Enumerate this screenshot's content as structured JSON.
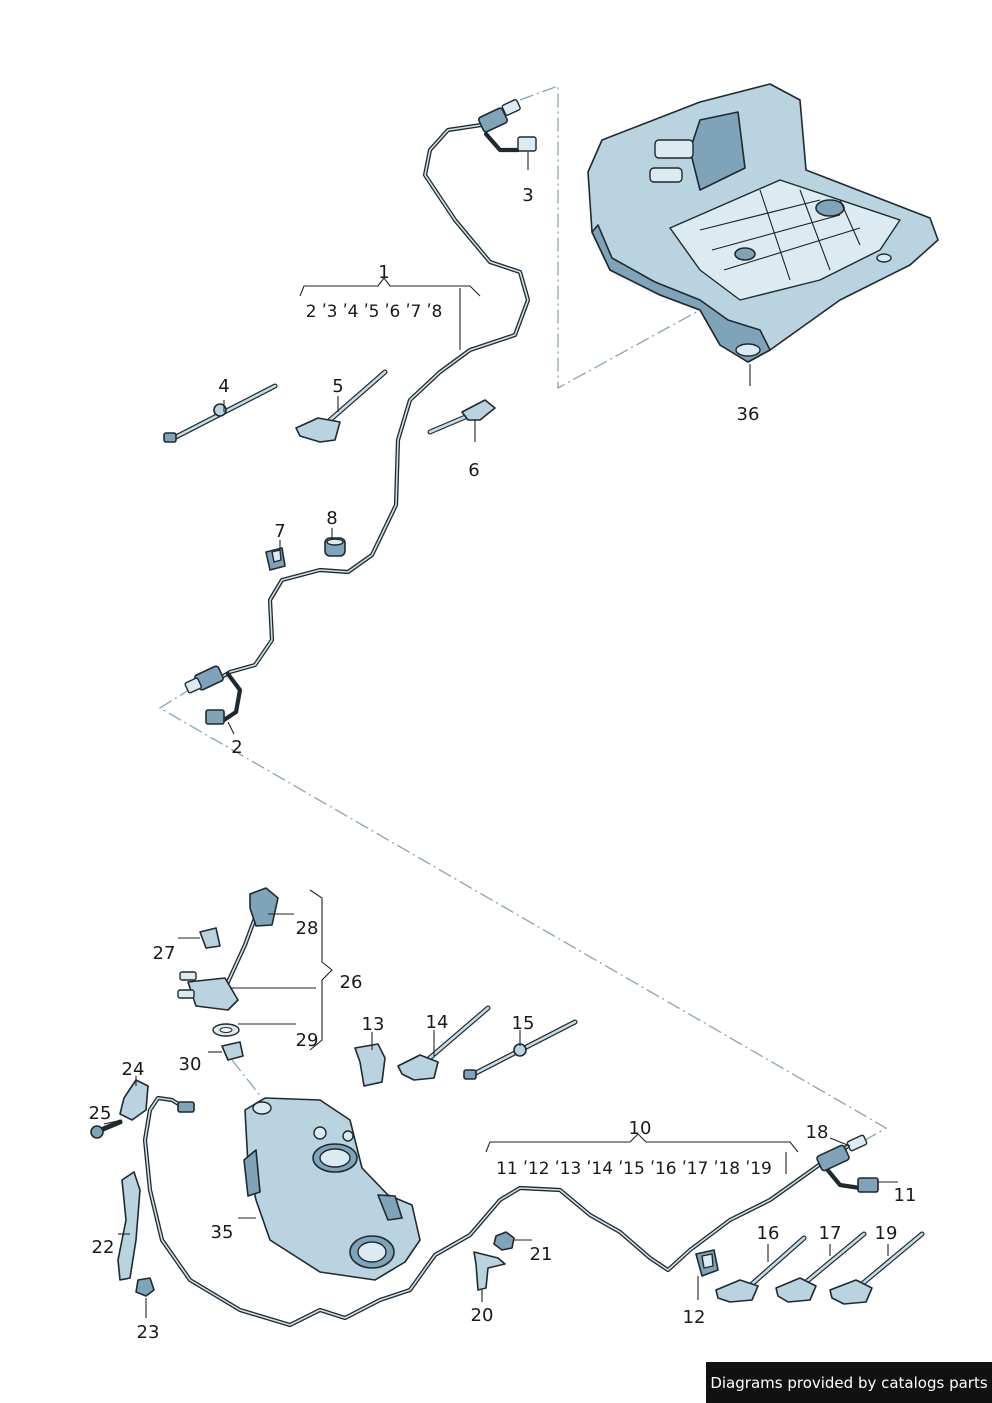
{
  "callouts": {
    "c1": "1",
    "c1_sub": "2 ʹ3 ʹ4 ʹ5 ʹ6 ʹ7 ʹ8",
    "c2": "2",
    "c3": "3",
    "c4": "4",
    "c5": "5",
    "c6": "6",
    "c7": "7",
    "c8": "8",
    "c10": "10",
    "c10_sub": "11 ʹ12 ʹ13 ʹ14  ʹ15 ʹ16 ʹ17 ʹ18 ʹ19",
    "c11": "11",
    "c12": "12",
    "c13": "13",
    "c14": "14",
    "c15": "15",
    "c16": "16",
    "c17": "17",
    "c18": "18",
    "c19": "19",
    "c20": "20",
    "c21": "21",
    "c22": "22",
    "c23": "23",
    "c24": "24",
    "c25": "25",
    "c26": "26",
    "c27": "27",
    "c28": "28",
    "c29": "29",
    "c30": "30",
    "c35": "35",
    "c36": "36"
  },
  "footer": {
    "text": "Diagrams provided by catalogs parts"
  },
  "colors": {
    "part_fill": "#b9d3e0",
    "outline": "#1e2a30",
    "dash_line": "#8aa3b5",
    "footer_bg": "#111111"
  }
}
